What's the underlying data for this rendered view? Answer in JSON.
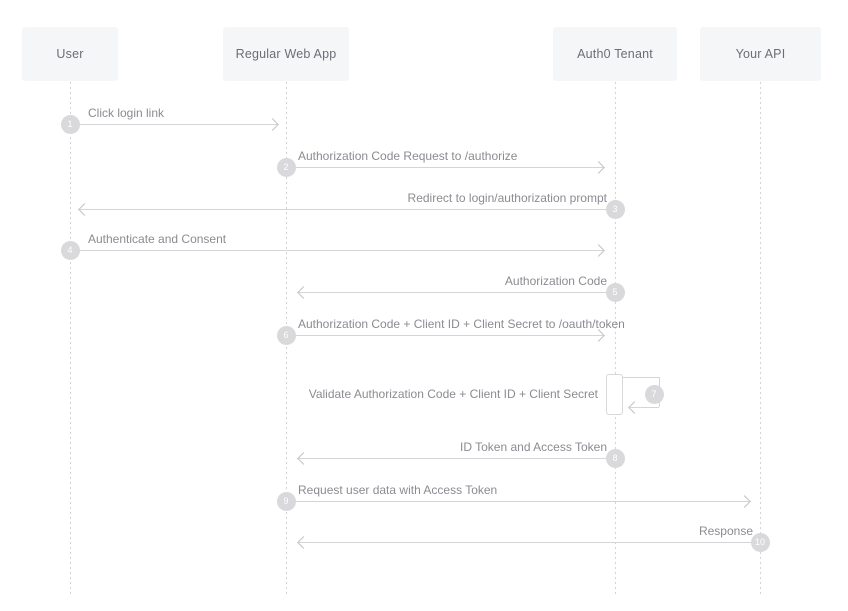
{
  "actors": [
    {
      "label": "User"
    },
    {
      "label": "Regular Web App"
    },
    {
      "label": "Auth0 Tenant"
    },
    {
      "label": "Your API"
    }
  ],
  "messages": [
    {
      "num": "1",
      "label": "Click login link",
      "from": "User",
      "to": "Regular Web App",
      "direction": "right"
    },
    {
      "num": "2",
      "label": "Authorization Code Request to /authorize",
      "from": "Regular Web App",
      "to": "Auth0 Tenant",
      "direction": "right"
    },
    {
      "num": "3",
      "label": "Redirect to login/authorization prompt",
      "from": "Auth0 Tenant",
      "to": "User",
      "direction": "left"
    },
    {
      "num": "4",
      "label": "Authenticate and Consent",
      "from": "User",
      "to": "Auth0 Tenant",
      "direction": "right"
    },
    {
      "num": "5",
      "label": "Authorization Code",
      "from": "Auth0 Tenant",
      "to": "Regular Web App",
      "direction": "left"
    },
    {
      "num": "6",
      "label": "Authorization Code + Client ID + Client Secret to /oauth/token",
      "from": "Regular Web App",
      "to": "Auth0 Tenant",
      "direction": "right"
    },
    {
      "num": "7",
      "label": "Validate Authorization Code + Client ID + Client Secret",
      "from": "Auth0 Tenant",
      "to": "Auth0 Tenant",
      "direction": "self"
    },
    {
      "num": "8",
      "label": "ID Token and Access Token",
      "from": "Auth0 Tenant",
      "to": "Regular Web App",
      "direction": "left"
    },
    {
      "num": "9",
      "label": "Request user data with Access Token",
      "from": "Regular Web App",
      "to": "Your API",
      "direction": "right"
    },
    {
      "num": "10",
      "label": "Response",
      "from": "Your API",
      "to": "Regular Web App",
      "direction": "left"
    }
  ],
  "colors": {
    "background": "#ffffff",
    "actor_box": "#f5f6f8",
    "actor_text": "#6d6d76",
    "arrow_line": "#d5d5d8",
    "arrowhead": "#c3c3c8",
    "label_text": "#8b8b92",
    "step_circle": "#d9d9dc",
    "step_number": "#ffffff",
    "lifeline": "#d2d2d7"
  }
}
